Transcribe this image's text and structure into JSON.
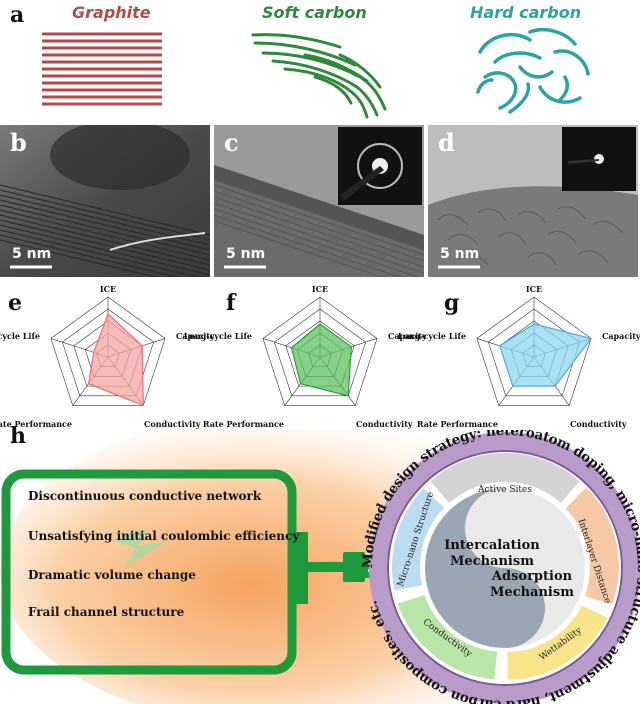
{
  "panel_a": {
    "letter": "a",
    "graphite_title": "Graphite",
    "soft_title": "Soft carbon",
    "hard_title": "Hard carbon"
  },
  "tem_panels": [
    {
      "letter": "b",
      "scale": "5 nm"
    },
    {
      "letter": "c",
      "scale": "5 nm"
    },
    {
      "letter": "d",
      "scale": "5 nm"
    }
  ],
  "radar_panels": [
    {
      "letter": "e",
      "color": "#e8706e",
      "fill": "#f4a5a2",
      "values": [
        0.72,
        0.6,
        1.0,
        0.55,
        0.25
      ]
    },
    {
      "letter": "f",
      "color": "#2f9e3b",
      "fill": "#5cc25f",
      "values": [
        0.55,
        0.55,
        0.8,
        0.55,
        0.5
      ]
    },
    {
      "letter": "g",
      "color": "#4aaed8",
      "fill": "#8ed6ef",
      "values": [
        0.55,
        1.0,
        0.6,
        0.6,
        0.6
      ]
    }
  ],
  "radar_axes": {
    "ice": "ICE",
    "capacity": "Capacity",
    "conductivity": "Conductivity",
    "rate": "Rate Performance",
    "cycle": "Long-cycle Life"
  },
  "panel_h": {
    "letter": "h",
    "problems": [
      "Discontinuous conductive network",
      "Unsatisfying initial coulombic efficiency",
      "Dramatic volume change",
      "Frail channel structure"
    ],
    "mechanism_1": [
      "Intercalation",
      "Mechanism"
    ],
    "mechanism_2": [
      "Adsorption",
      "Mechanism"
    ],
    "segments": {
      "active_sites": "Active Sites",
      "interlayer": "Interlayer Distance",
      "wettability": "Wettability",
      "conductivity": "Conductivity",
      "micro_nano": "Micro-nano Structure"
    },
    "ring_text": "Modified design strategy: heteroatom doping, micro-nano structure adjustment, hard carbon composites, etc."
  }
}
